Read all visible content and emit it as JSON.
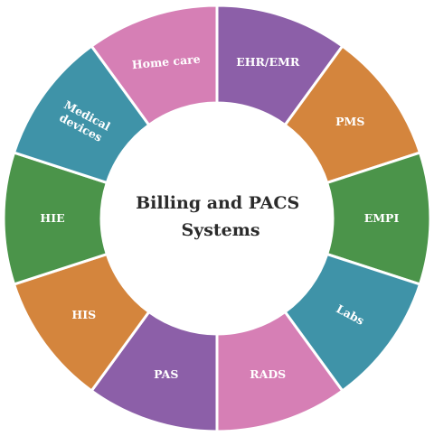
{
  "diagram": {
    "center": {
      "line1": "Billing and PACS",
      "line2": "Systems"
    },
    "segments": [
      {
        "label": [
          "EHR/EMR"
        ],
        "color": "#8c5fa8",
        "rotate": 0
      },
      {
        "label": [
          "PMS"
        ],
        "color": "#d4853d",
        "rotate": 0
      },
      {
        "label": [
          "EMPI"
        ],
        "color": "#4b944a",
        "rotate": 0
      },
      {
        "label": [
          "Labs"
        ],
        "color": "#3f93a8",
        "rotate": 28
      },
      {
        "label": [
          "RADS"
        ],
        "color": "#d67fb5",
        "rotate": 0
      },
      {
        "label": [
          "PAS"
        ],
        "color": "#8c5fa8",
        "rotate": 0
      },
      {
        "label": [
          "HIS"
        ],
        "color": "#d4853d",
        "rotate": 0
      },
      {
        "label": [
          "HIE"
        ],
        "color": "#4b944a",
        "rotate": 0
      },
      {
        "label": [
          "Medical",
          "devices"
        ],
        "color": "#3f93a8",
        "rotate": 28
      },
      {
        "label": [
          "Home care"
        ],
        "color": "#d67fb5",
        "rotate": -5
      }
    ]
  }
}
